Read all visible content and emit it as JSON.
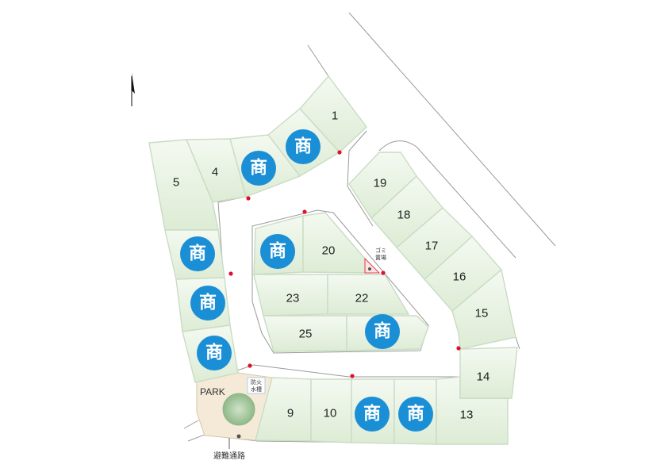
{
  "lots": [
    {
      "id": "1",
      "label": "1"
    },
    {
      "id": "4",
      "label": "4"
    },
    {
      "id": "5",
      "label": "5"
    },
    {
      "id": "9",
      "label": "9"
    },
    {
      "id": "10",
      "label": "10"
    },
    {
      "id": "13",
      "label": "13"
    },
    {
      "id": "14",
      "label": "14"
    },
    {
      "id": "15",
      "label": "15"
    },
    {
      "id": "16",
      "label": "16"
    },
    {
      "id": "17",
      "label": "17"
    },
    {
      "id": "18",
      "label": "18"
    },
    {
      "id": "19",
      "label": "19"
    },
    {
      "id": "20",
      "label": "20"
    },
    {
      "id": "22",
      "label": "22"
    },
    {
      "id": "23",
      "label": "23"
    },
    {
      "id": "25",
      "label": "25"
    }
  ],
  "commercial_badge": "商",
  "badge_color": "#1a8fd6",
  "lot_color": "#e6f2e0",
  "park_label": "PARK",
  "water_tank_label": [
    "防火",
    "水槽"
  ],
  "garbage_label": [
    "ゴミ",
    "置場"
  ],
  "evacuation_route_label": "避難通路",
  "north_icon": "north-arrow-icon"
}
